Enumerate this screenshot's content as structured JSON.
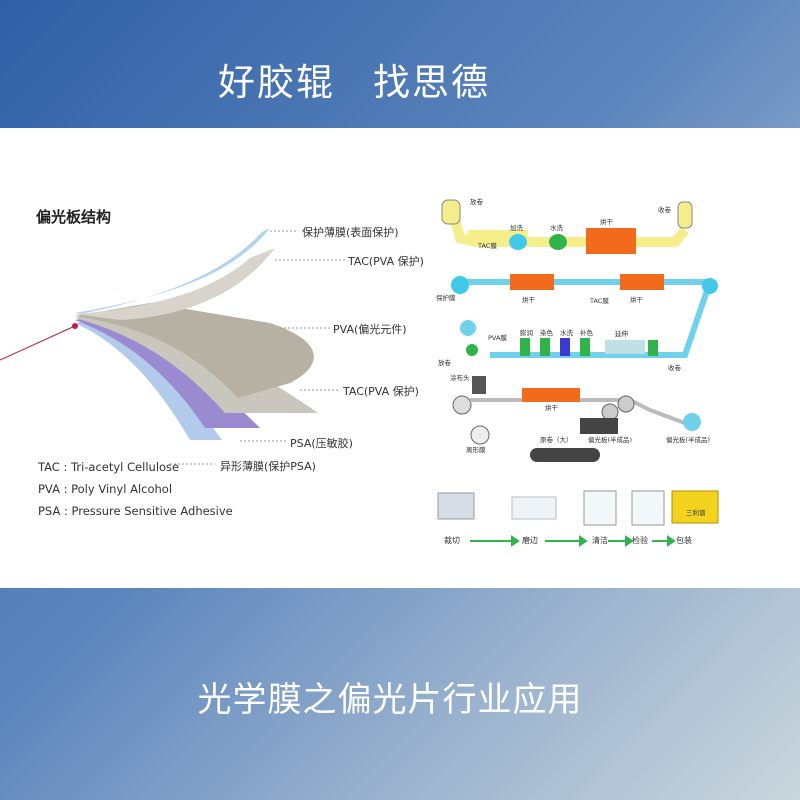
{
  "headline": {
    "part1": "好胶辊",
    "part2": "找思德"
  },
  "footer": {
    "title": "光学膜之偏光片行业应用"
  },
  "structure": {
    "title": "偏光板结构",
    "layers": [
      "保护薄膜(表面保护)",
      "TAC(PVA 保护)",
      "PVA(偏光元件)",
      "TAC(PVA 保护)",
      "PSA(压敏胶)",
      "异形薄膜(保护PSA)"
    ],
    "legend": [
      "TAC : Tri-acetyl Cellulose",
      "PVA : Poly Vinyl Alcohol",
      "PSA : Pressure Sensitive Adhesive"
    ]
  },
  "process": {
    "line1": {
      "unwind": "放卷",
      "tac": "TAC膜",
      "coat1": "加洗",
      "coat2": "水洗",
      "dry": "烘干",
      "rewind": "收卷"
    },
    "line2": {
      "dry1": "烘干",
      "dry2": "烘干",
      "tac": "TAC膜",
      "protect": "保护膜",
      "unwind": "放卷",
      "pva": "PVA膜",
      "s1": "膨润",
      "s2": "染色",
      "s3": "水洗",
      "s4": "延伸",
      "s5": "补色",
      "rewind": "收卷"
    },
    "line3": {
      "coater": "涂布头",
      "dry": "烘干",
      "release": "离形膜",
      "rolls": "原卷（大）",
      "half": "偏光板(半成品)",
      "finished": "偏光板(半成品)"
    },
    "steps": [
      "裁切",
      "磨边",
      "清洁",
      "检验",
      "包装"
    ],
    "box_label": "三利谱"
  },
  "colors": {
    "orange": "#f26a1b",
    "green": "#2fb34a",
    "cyan": "#41c9e8",
    "yellow": "#f5ee8a",
    "blue": "#2f5fa6"
  }
}
